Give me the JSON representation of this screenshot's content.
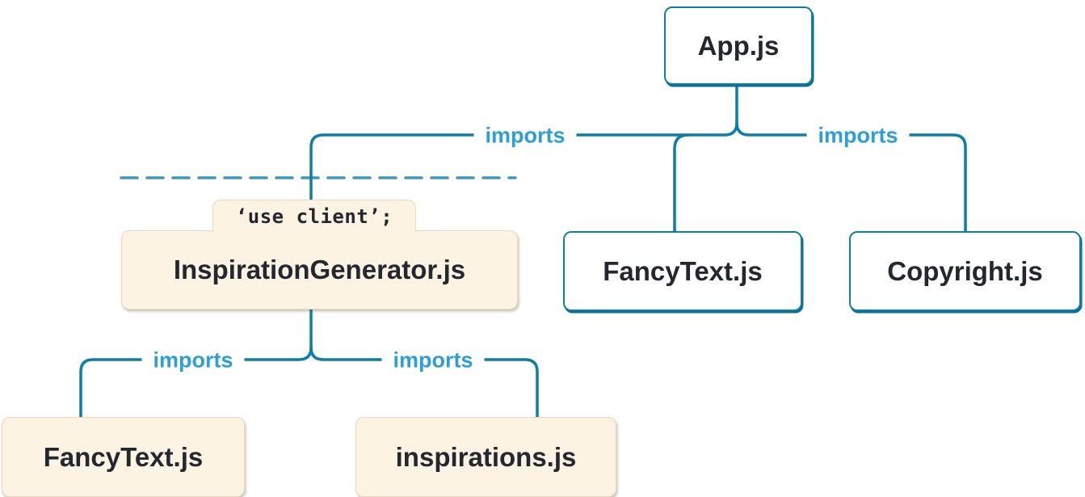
{
  "diagram": {
    "type": "module-dependency-tree",
    "nodes": [
      {
        "id": "app",
        "label": "App.js",
        "kind": "server"
      },
      {
        "id": "inspiration-generator",
        "label": "InspirationGenerator.js",
        "kind": "client",
        "directive": "‘use client’;"
      },
      {
        "id": "fancy-text-top",
        "label": "FancyText.js",
        "kind": "server"
      },
      {
        "id": "copyright",
        "label": "Copyright.js",
        "kind": "server"
      },
      {
        "id": "fancy-text-bottom",
        "label": "FancyText.js",
        "kind": "client"
      },
      {
        "id": "inspirations",
        "label": "inspirations.js",
        "kind": "client"
      }
    ],
    "edges": [
      {
        "from": "App.js",
        "to": "InspirationGenerator.js",
        "label": "imports"
      },
      {
        "from": "App.js",
        "to": "FancyText.js",
        "label": ""
      },
      {
        "from": "App.js",
        "to": "Copyright.js",
        "label": "imports"
      },
      {
        "from": "InspirationGenerator.js",
        "to": "FancyText.js",
        "label": "imports"
      },
      {
        "from": "InspirationGenerator.js",
        "to": "inspirations.js",
        "label": "imports"
      }
    ],
    "boundary": {
      "style": "dashed",
      "meaning": "client boundary"
    }
  },
  "theme": {
    "line_color": "#0d7ea8",
    "imports_color": "#2d9fd6",
    "text_color": "#23272f",
    "client_bg": "#fdf3e3",
    "server_bg": "#ffffff",
    "background": "#ffffff"
  }
}
